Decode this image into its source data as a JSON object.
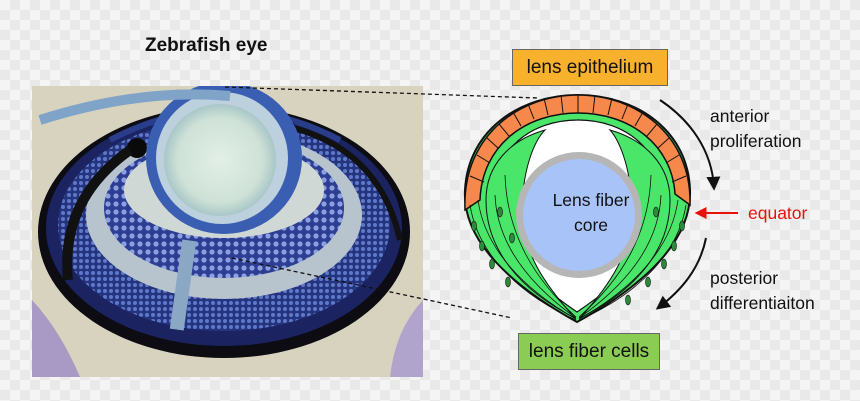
{
  "title": "Zebrafish eye",
  "labels": {
    "lens_epithelium": "lens epithelium",
    "lens_fiber_cells": "lens fiber cells",
    "anterior_line1": "anterior",
    "anterior_line2": "proliferation",
    "posterior_line1": "posterior",
    "posterior_line2": "differentiaiton",
    "equator": "equator",
    "core_line1": "Lens fiber",
    "core_line2": "core"
  },
  "colors": {
    "epithelium_fill": "#f7b12d",
    "fiber_box_fill": "#8bcc55",
    "epithelial_cells": "#f5884a",
    "fiber_cells": "#49e66a",
    "core_fill": "#a8c3f7",
    "core_ring": "#b6b6b6",
    "equator_red": "#e8120c"
  },
  "icons": [
    "equator-arrow",
    "anterior-arrow",
    "posterior-arrow"
  ]
}
